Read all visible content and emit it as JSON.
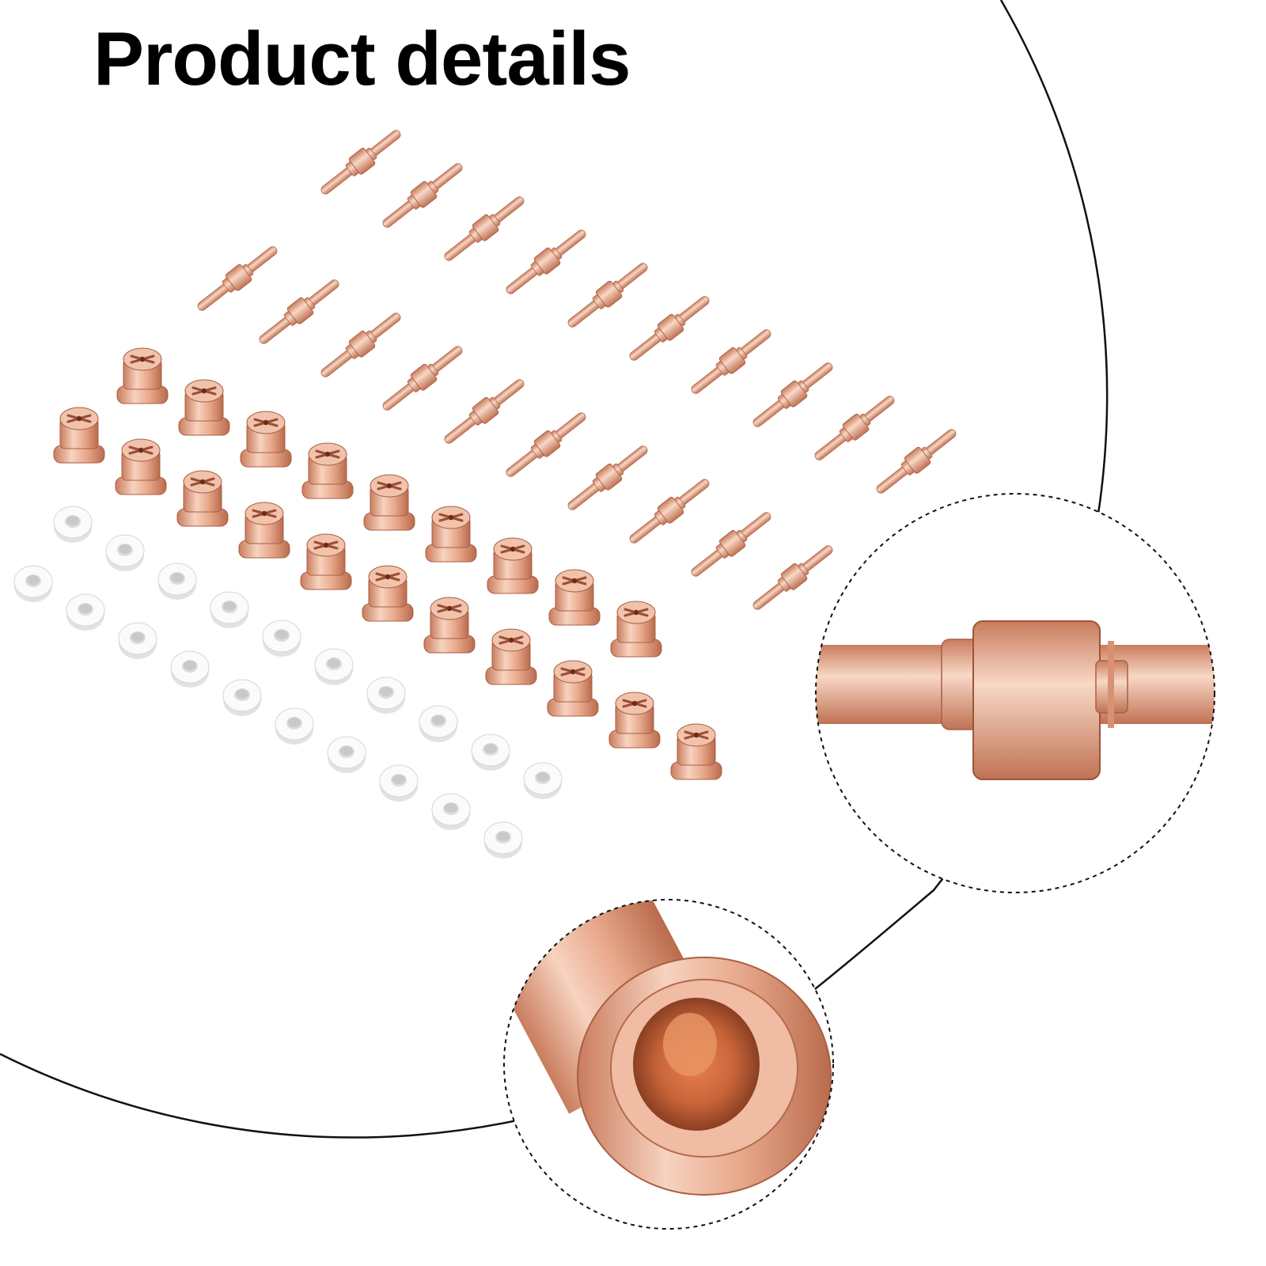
{
  "title": "Product details",
  "colors": {
    "background": "#ffffff",
    "title": "#000000",
    "outline": "#111111",
    "copper_light": "#f6cdb8",
    "copper_mid": "#e4a083",
    "copper_dark": "#b86a4c",
    "ceramic": "#f4f4f4"
  },
  "product_photo": {
    "items": [
      {
        "name": "electrode",
        "count": 20
      },
      {
        "name": "nozzle-tip",
        "count": 20
      },
      {
        "name": "ceramic-ring",
        "count": 20
      }
    ]
  },
  "zoom_callouts": [
    {
      "name": "zoom-callout-electrode",
      "subject": "electrode"
    },
    {
      "name": "zoom-callout-nozzle",
      "subject": "nozzle-tip"
    }
  ]
}
